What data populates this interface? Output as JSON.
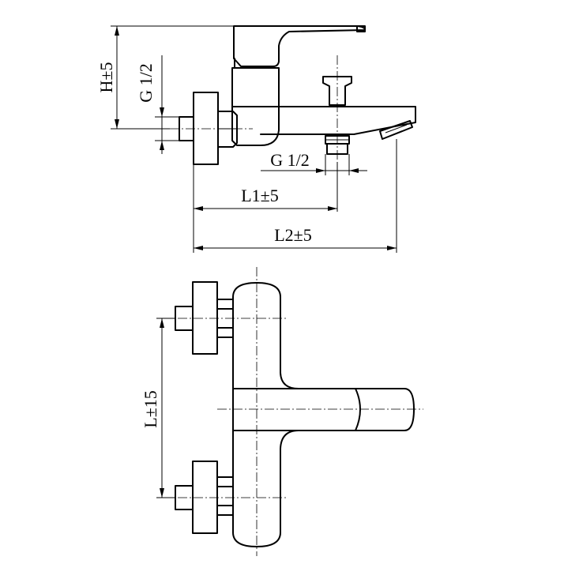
{
  "labels": {
    "height_tol": "H±5",
    "thread_vertical": "G 1/2",
    "thread_horizontal": "G 1/2",
    "l1_tol": "L1±5",
    "l2_tol": "L2±5",
    "l_tol": "L±15"
  }
}
